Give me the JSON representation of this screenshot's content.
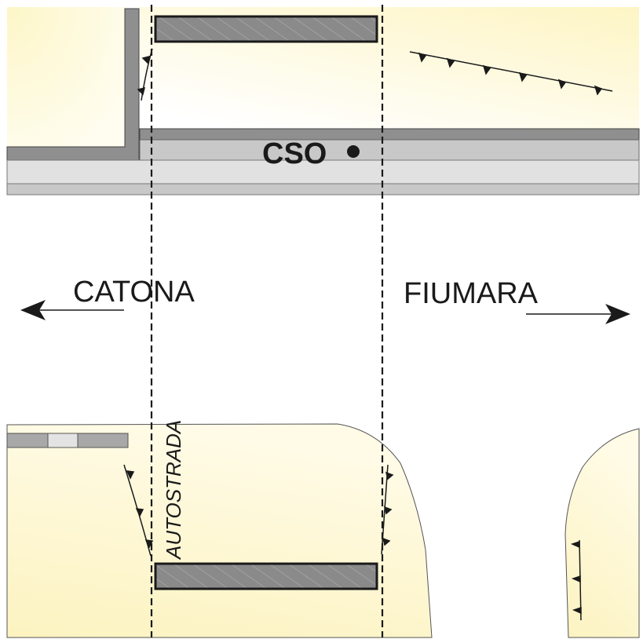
{
  "labels": {
    "cso": "CSO",
    "catona": "CATONA",
    "fiumara": "FIUMARA",
    "autostrada": "AUTOSTRADA"
  },
  "colors": {
    "land": "#fdf8d2",
    "road_dark": "#8f8f8f",
    "road_mid": "#c8c8c8",
    "road_light": "#e1e1e1",
    "line": "#1a1a1a",
    "hatch_fill": "#888888"
  }
}
